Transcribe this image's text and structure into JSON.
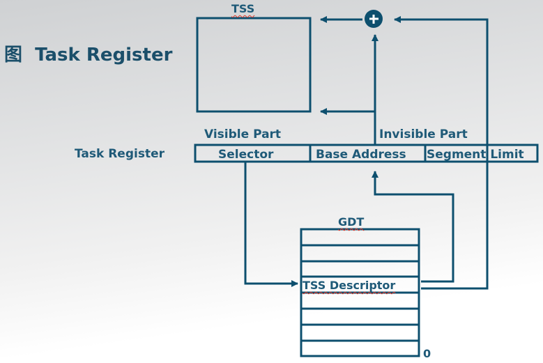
{
  "title": {
    "char": "图",
    "text": "Task Register"
  },
  "tss": {
    "label": "TSS"
  },
  "register": {
    "label": "Task  Register",
    "visible_part": "Visible Part",
    "invisible_part": "Invisible Part",
    "fields": [
      "Selector",
      "Base Address",
      "Segment Limit"
    ]
  },
  "gdt": {
    "label": "GDT",
    "descriptor": "TSS  Descriptor",
    "zero": "0"
  },
  "colors": {
    "line": "#0d4f6e",
    "text": "#1f5a78"
  },
  "icons": {
    "adder": "plus-circle-icon"
  }
}
